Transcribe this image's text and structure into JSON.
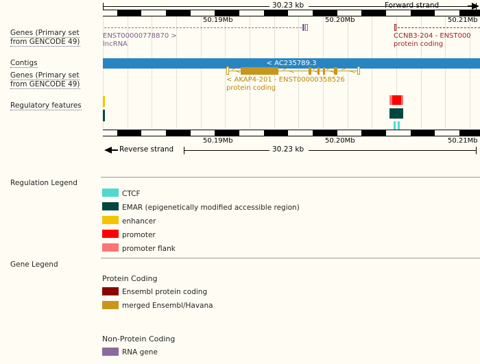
{
  "header": {
    "scale_label": "30.23 kb",
    "forward_strand": "Forward strand",
    "reverse_strand": "Reverse strand",
    "bottom_scale_label": "30.23 kb"
  },
  "ruler": {
    "top_ticks": [
      "50.19Mb",
      "50.20Mb",
      "50.21Mb"
    ],
    "bottom_ticks": [
      "50.19Mb",
      "50.20Mb",
      "50.21Mb"
    ]
  },
  "sidebar": {
    "items": [
      {
        "label_line1": "Genes (Primary set",
        "label_line2": "from GENCODE 49)"
      },
      {
        "label_line1": "Contigs",
        "label_line2": ""
      },
      {
        "label_line1": "Genes (Primary set",
        "label_line2": "from GENCODE 49)"
      },
      {
        "label_line1": "Regulatory features ",
        "label_line2": ""
      }
    ]
  },
  "tracks": {
    "genes_forward": [
      {
        "name": "lncrna-transcript",
        "label_line1": "ENST00000778870 >",
        "label_line2": "lncRNA",
        "color": "#7d5a8c"
      },
      {
        "name": "ccnb3-transcript",
        "label_line1": "CCNB3-204 - ENST000",
        "label_line2": "protein coding",
        "color": "#9b1c1c"
      }
    ],
    "contig": {
      "label": "< AC235789.3",
      "color": "#2785c4"
    },
    "genes_reverse": [
      {
        "name": "akap4-transcript",
        "label_line1": "< AKAP4-201 - ENST00000358526",
        "label_line2": "protein coding",
        "color": "#c8961b"
      }
    ]
  },
  "legends": {
    "regulation": {
      "title": "Regulation Legend",
      "items": [
        {
          "label": "CTCF",
          "color": "#4fd9d0"
        },
        {
          "label": "EMAR (epigenetically modified accessible region)",
          "color": "#04473f"
        },
        {
          "label": "enhancer",
          "color": "#f5c400"
        },
        {
          "label": "promoter",
          "color": "#ff0000"
        },
        {
          "label": "promoter flank",
          "color": "#fc7474"
        }
      ]
    },
    "gene": {
      "title": "Gene Legend",
      "groups": [
        {
          "heading": "Protein Coding",
          "items": [
            {
              "label": "Ensembl protein coding",
              "color": "#8b0000"
            },
            {
              "label": "merged Ensembl/Havana",
              "color": "#c8961b"
            }
          ]
        },
        {
          "heading": "Non-Protein Coding",
          "items": [
            {
              "label": "RNA gene",
              "color": "#8b6b9b"
            }
          ]
        }
      ]
    }
  }
}
